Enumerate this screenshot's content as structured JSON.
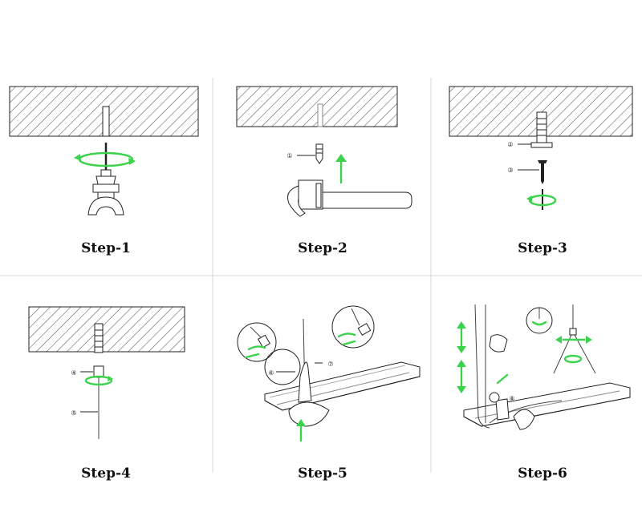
{
  "steps": [
    {
      "caption": "Step-1"
    },
    {
      "caption": "Step-2",
      "labels": [
        "①"
      ]
    },
    {
      "caption": "Step-3",
      "labels": [
        "②",
        "③"
      ]
    },
    {
      "caption": "Step-4",
      "labels": [
        "④",
        "⑤"
      ]
    },
    {
      "caption": "Step-5",
      "labels": [
        "⑥",
        "⑦"
      ]
    },
    {
      "caption": "Step-6",
      "labels": [
        "⑧"
      ]
    }
  ],
  "colors": {
    "arrow": "#3bd24c",
    "line": "#222222",
    "divider": "#d9d9d9"
  }
}
